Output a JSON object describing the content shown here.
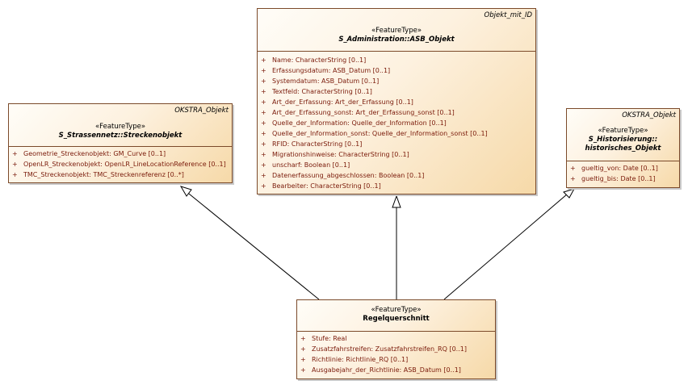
{
  "diagram": {
    "classes": {
      "strecke": {
        "tag": "OKSTRA_Objekt",
        "stereotype": "«FeatureType»",
        "name": "S_Strassennetz::Streckenobjekt",
        "attributes": [
          "Geometrie_Streckenobjekt: GM_Curve [0..1]",
          "OpenLR_Streckenobjekt: OpenLR_LineLocationReference [0..1]",
          "TMC_Streckenobjekt: TMC_Streckenreferenz [0..*]"
        ]
      },
      "asb": {
        "tag": "Objekt_mit_ID",
        "stereotype": "«FeatureType»",
        "name": "S_Administration::ASB_Objekt",
        "attributes": [
          "Name: CharacterString [0..1]",
          "Erfassungsdatum: ASB_Datum [0..1]",
          "Systemdatum: ASB_Datum [0..1]",
          "Textfeld: CharacterString [0..1]",
          "Art_der_Erfassung: Art_der_Erfassung [0..1]",
          "Art_der_Erfassung_sonst: Art_der_Erfassung_sonst [0..1]",
          "Quelle_der_Information: Quelle_der_Information [0..1]",
          "Quelle_der_Information_sonst: Quelle_der_Information_sonst [0..1]",
          "RFID: CharacterString [0..1]",
          "Migrationshinweise: CharacterString [0..1]",
          "unscharf: Boolean [0..1]",
          "Datenerfassung_abgeschlossen: Boolean [0..1]",
          "Bearbeiter: CharacterString [0..1]"
        ]
      },
      "hist": {
        "tag": "OKSTRA_Objekt",
        "stereotype": "«FeatureType»",
        "name_line1": "S_Historisierung::",
        "name_line2": "historisches_Objekt",
        "attributes": [
          "gueltig_von: Date [0..1]",
          "gueltig_bis: Date [0..1]"
        ]
      },
      "regel": {
        "stereotype": "«FeatureType»",
        "name": "Regelquerschnitt",
        "attributes": [
          "Stufe: Real",
          "Zusatzfahrstreifen: Zusatzfahrstreifen_RQ [0..1]",
          "Richtlinie: Richtlinie_RQ [0..1]",
          "Ausgabejahr_der_Richtlinie: ASB_Datum [0..1]"
        ]
      }
    },
    "visibility_symbol": "+",
    "colors": {
      "border": "#7b4a2a",
      "attribute_text": "#7a1a0a",
      "fill_light": "#fffdf8",
      "fill_dark": "#f6d9a8"
    }
  }
}
